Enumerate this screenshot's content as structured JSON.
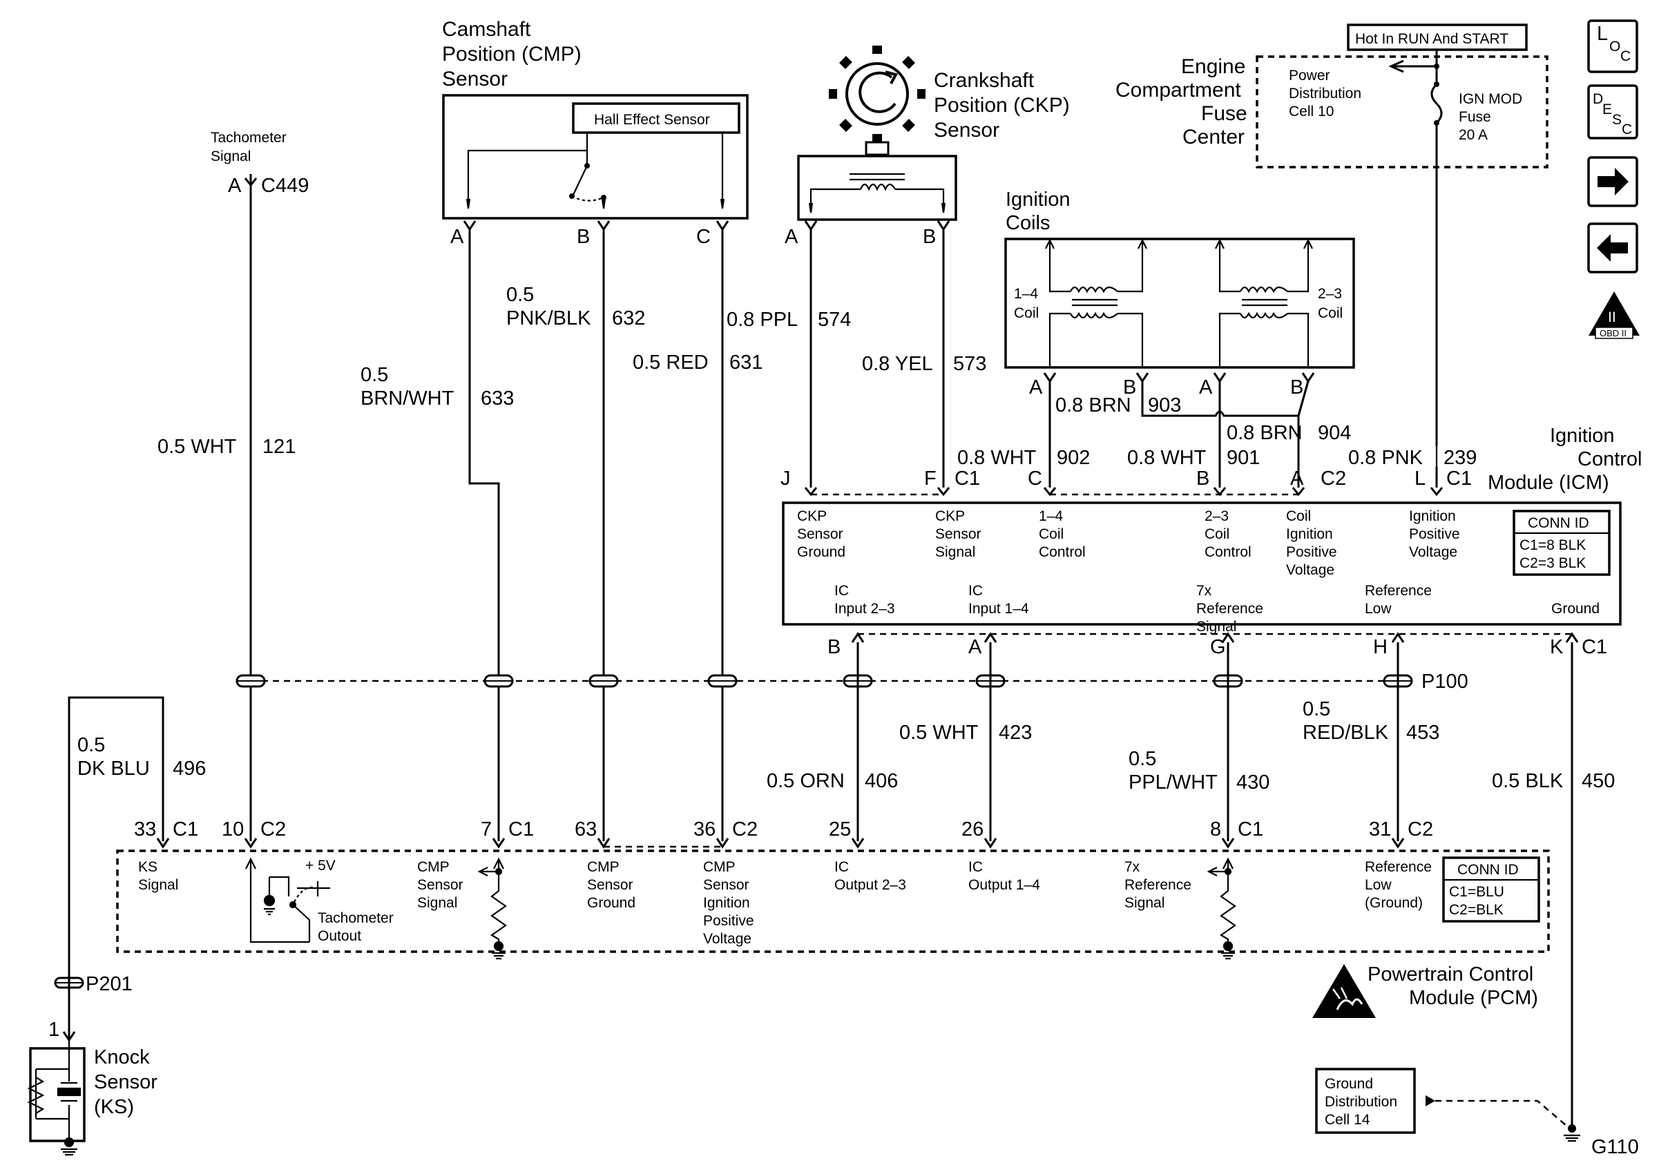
{
  "nav": {
    "loc": {
      "l": "L",
      "o": "O",
      "c": "C"
    },
    "desc": {
      "d": "D",
      "e": "E",
      "s": "S",
      "c": "C"
    },
    "obd": {
      "num": "II",
      "label": "OBD II"
    }
  },
  "components": {
    "tach": {
      "line1": "Tachometer",
      "line2": "Signal",
      "pin": "A",
      "conn": "C449"
    },
    "cmp": {
      "line1": "Camshaft",
      "line2": "Position (CMP)",
      "line3": "Sensor",
      "inner": "Hall Effect Sensor",
      "pins": [
        "A",
        "B",
        "C"
      ]
    },
    "ckp": {
      "line1": "Crankshaft",
      "line2": "Position (CKP)",
      "line3": "Sensor",
      "pins": [
        "A",
        "B"
      ]
    },
    "fuse_center": {
      "line1": "Engine",
      "line2": "Compartment",
      "line3": "Fuse",
      "line4": "Center",
      "hot": "Hot In RUN And START",
      "pd1": "Power",
      "pd2": "Distribution",
      "pd3": "Cell 10",
      "fuse1": "IGN MOD",
      "fuse2": "Fuse",
      "fuse3": "20 A"
    },
    "coils": {
      "line1": "Ignition",
      "line2": "Coils",
      "c14a": "1–4",
      "c14b": "Coil",
      "c23a": "2–3",
      "c23b": "Coil",
      "pins": [
        "A",
        "B",
        "A",
        "B"
      ]
    },
    "icm": {
      "line1": "Ignition",
      "line2": "Control",
      "line3": "Module (ICM)",
      "pins_top": [
        "J",
        "F",
        "C",
        "B",
        "A",
        "L"
      ],
      "conn_c1a": "C1",
      "conn_c2": "C2",
      "conn_c1b": "C1",
      "labels": [
        [
          "CKP",
          "Sensor",
          "Ground"
        ],
        [
          "CKP",
          "Sensor",
          "Signal"
        ],
        [
          "1–4",
          "Coil",
          "Control"
        ],
        [
          "2–3",
          "Coil",
          "Control"
        ],
        [
          "Coil",
          "Ignition",
          "Positive",
          "Voltage"
        ],
        [
          "Ignition",
          "Positive",
          "Voltage"
        ],
        [
          "IC",
          "Input 2–3"
        ],
        [
          "IC",
          "Input 1–4"
        ],
        [
          "7x",
          "Reference",
          "Signal"
        ],
        [
          "Reference",
          "Low"
        ],
        [
          "Ground"
        ]
      ],
      "connid": {
        "title": "CONN ID",
        "c1": "C1=8 BLK",
        "c2": "C2=3 BLK"
      },
      "pins_bottom": [
        "B",
        "A",
        "G",
        "H",
        "K"
      ],
      "conn_bottom": "C1"
    },
    "splice": {
      "p100": "P100",
      "p201": "P201"
    },
    "pcm": {
      "line1": "Powertrain Control",
      "line2": "Module (PCM)",
      "pins": [
        {
          "num": "33",
          "conn": "C1"
        },
        {
          "num": "10",
          "conn": "C2"
        },
        {
          "num": "7",
          "conn": "C1"
        },
        {
          "num": "63",
          "conn": ""
        },
        {
          "num": "36",
          "conn": "C2"
        },
        {
          "num": "25",
          "conn": ""
        },
        {
          "num": "26",
          "conn": ""
        },
        {
          "num": "8",
          "conn": "C1"
        },
        {
          "num": "31",
          "conn": "C2"
        }
      ],
      "labels": [
        [
          "KS",
          "Signal"
        ],
        [
          "CMP",
          "Sensor",
          "Signal"
        ],
        [
          "CMP",
          "Sensor",
          "Ground"
        ],
        [
          "CMP",
          "Sensor",
          "Ignition",
          "Positive",
          "Voltage"
        ],
        [
          "IC",
          "Output 2–3"
        ],
        [
          "IC",
          "Output 1–4"
        ],
        [
          "7x",
          "Reference",
          "Signal"
        ],
        [
          "Reference",
          "Low",
          "(Ground)"
        ]
      ],
      "tach_out": [
        "Tachometer",
        "Outout"
      ],
      "plus5v": "+ 5V",
      "connid": {
        "title": "CONN ID",
        "c1": "C1=BLU",
        "c2": "C2=BLK"
      }
    },
    "ks": {
      "line1": "Knock",
      "line2": "Sensor",
      "line3": "(KS)",
      "pin": "1"
    },
    "ground": {
      "box1": "Ground",
      "box2": "Distribution",
      "box3": "Cell 14",
      "label": "G110"
    }
  },
  "wires": {
    "w121": {
      "size": "0.5 WHT",
      "circuit": "121"
    },
    "w633": {
      "size1": "0.5",
      "size2": "BRN/WHT",
      "circuit": "633"
    },
    "w632": {
      "size1": "0.5",
      "size2": "PNK/BLK",
      "circuit": "632"
    },
    "w631": {
      "size": "0.5 RED",
      "circuit": "631"
    },
    "w574": {
      "size": "0.8 PPL",
      "circuit": "574"
    },
    "w573": {
      "size": "0.8 YEL",
      "circuit": "573"
    },
    "w903": {
      "size": "0.8 BRN",
      "circuit": "903"
    },
    "w904": {
      "size": "0.8 BRN",
      "circuit": "904"
    },
    "w902": {
      "size": "0.8 WHT",
      "circuit": "902"
    },
    "w901": {
      "size": "0.8 WHT",
      "circuit": "901"
    },
    "w239": {
      "size": "0.8 PNK",
      "circuit": "239"
    },
    "w496": {
      "size1": "0.5",
      "size2": "DK BLU",
      "circuit": "496"
    },
    "w406": {
      "size": "0.5 ORN",
      "circuit": "406"
    },
    "w423": {
      "size": "0.5 WHT",
      "circuit": "423"
    },
    "w430": {
      "size1": "0.5",
      "size2": "PPL/WHT",
      "circuit": "430"
    },
    "w453": {
      "size1": "0.5",
      "size2": "RED/BLK",
      "circuit": "453"
    },
    "w450": {
      "size": "0.5 BLK",
      "circuit": "450"
    }
  }
}
